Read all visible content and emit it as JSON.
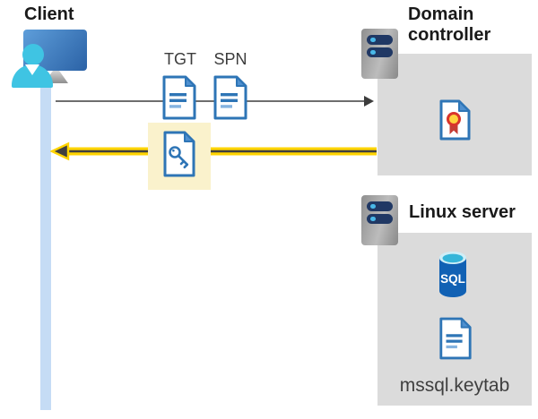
{
  "client": {
    "label": "Client"
  },
  "tickets": {
    "tgt_label": "TGT",
    "spn_label": "SPN"
  },
  "domain_controller": {
    "label": "Domain controller"
  },
  "linux_server": {
    "label": "Linux server",
    "sql_label": "SQL",
    "keytab_label": "mssql.keytab"
  },
  "colors": {
    "accent_yellow": "#ffd400",
    "highlight_yellow": "#faf2cc",
    "box_gray": "#dbdbdb",
    "doc_border_blue": "#2e75b6",
    "doc_fold_blue": "#4f90d0",
    "doc_line_light_blue": "#85b3e0",
    "person_cyan": "#3fc4e3",
    "timeline_bar_blue": "#c5dcf5",
    "server_pill_navy": "#203864",
    "server_dot_cyan": "#49b8e8",
    "sql_body_blue": "#1161b4",
    "sql_top_cyan": "#35b5d9",
    "request_arrow_gray": "#6e6e6e",
    "arrowhead_dark": "#3c3c3c",
    "certificate_red": "#d9342b",
    "certificate_yellow": "#ffd23e",
    "monitor_blue_dark": "#2b62a6"
  }
}
